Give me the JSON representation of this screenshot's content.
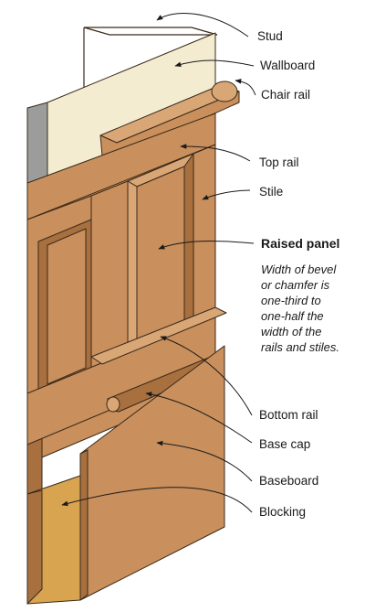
{
  "labels": {
    "stud": "Stud",
    "wallboard": "Wallboard",
    "chair_rail": "Chair rail",
    "top_rail": "Top rail",
    "stile": "Stile",
    "raised_panel": "Raised panel",
    "bottom_rail": "Bottom rail",
    "base_cap": "Base cap",
    "baseboard": "Baseboard",
    "blocking": "Blocking"
  },
  "note": {
    "lines": [
      "Width of bevel",
      "or chamfer is",
      "one-third to",
      "one-half the",
      "width of the",
      "rails and stiles."
    ]
  },
  "colors": {
    "wood": "#c98f5c",
    "wood_light": "#d9a676",
    "wood_dark": "#a8703f",
    "wood_shadow": "#8a5a30",
    "wallboard": "#f4ecd0",
    "wallboard_edge": "#9c9c9c",
    "blocking": "#d9a450",
    "outline": "#3a2a1a"
  }
}
